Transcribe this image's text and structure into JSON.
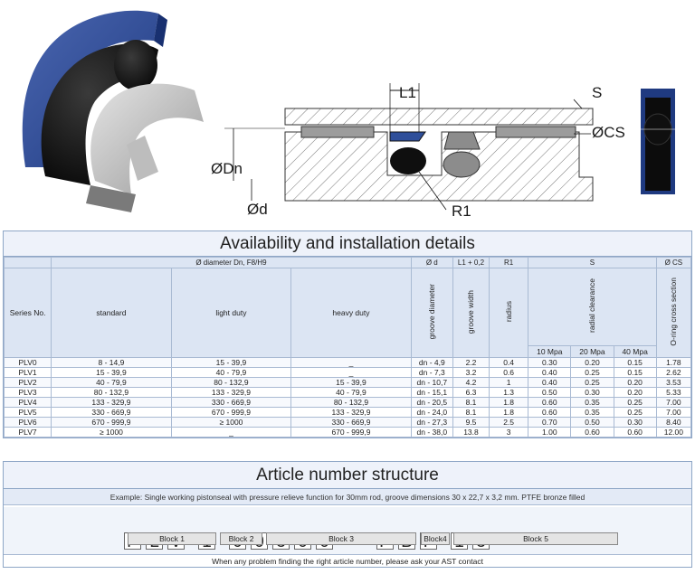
{
  "illustration": {
    "labels": {
      "l1": "L1",
      "s": "S",
      "cs": "ØCS",
      "dn": "ØDn",
      "d": "Ød",
      "r1": "R1"
    }
  },
  "availability": {
    "title": "Availability and installation details",
    "headers": {
      "diameter_group": "Ø diameter Dn, F8/H9",
      "d": "Ø d",
      "l1": "L1 + 0,2",
      "r1": "R1",
      "s": "S",
      "cs": "Ø CS",
      "series": "Series No.",
      "standard": "standard",
      "light": "light duty",
      "heavy": "heavy duty",
      "groove_diameter": "groove diameter",
      "groove_width": "groove width",
      "radius": "radius",
      "radial_clearance": "radial clearance",
      "oring": "O-ring cross section",
      "p10": "10 Mpa",
      "p20": "20 Mpa",
      "p40": "40 Mpa"
    },
    "rows": [
      [
        "PLV0",
        "8 - 14,9",
        "15 - 39,9",
        "_",
        "dn - 4,9",
        "2.2",
        "0.4",
        "0.30",
        "0.20",
        "0.15",
        "1.78"
      ],
      [
        "PLV1",
        "15 - 39,9",
        "40 - 79,9",
        "_",
        "dn - 7,3",
        "3.2",
        "0.6",
        "0.40",
        "0.25",
        "0.15",
        "2.62"
      ],
      [
        "PLV2",
        "40 - 79,9",
        "80 - 132,9",
        "15 - 39,9",
        "dn - 10,7",
        "4.2",
        "1",
        "0.40",
        "0.25",
        "0.20",
        "3.53"
      ],
      [
        "PLV3",
        "80 - 132,9",
        "133 - 329,9",
        "40 - 79,9",
        "dn - 15,1",
        "6.3",
        "1.3",
        "0.50",
        "0.30",
        "0.20",
        "5.33"
      ],
      [
        "PLV4",
        "133 - 329,9",
        "330 - 669,9",
        "80 - 132,9",
        "dn - 20,5",
        "8.1",
        "1.8",
        "0.60",
        "0.35",
        "0.25",
        "7.00"
      ],
      [
        "PLV5",
        "330 - 669,9",
        "670 - 999,9",
        "133 - 329,9",
        "dn - 24,0",
        "8.1",
        "1.8",
        "0.60",
        "0.35",
        "0.25",
        "7.00"
      ],
      [
        "PLV6",
        "670 - 999,9",
        "≥ 1000",
        "330 - 669,9",
        "dn - 27,3",
        "9.5",
        "2.5",
        "0.70",
        "0.50",
        "0.30",
        "8.40"
      ],
      [
        "PLV7",
        "≥ 1000",
        "_",
        "670 - 999,9",
        "dn - 38,0",
        "13.8",
        "3",
        "1.00",
        "0.60",
        "0.60",
        "12.00"
      ]
    ]
  },
  "article": {
    "title": "Article number structure",
    "example": "Example:  Single working pistonseal with pressure relieve function for 30mm rod, groove dimensions 30 x 22,7 x 3,2 mm. PTFE bronze filled",
    "chars": [
      "P",
      "L",
      "V",
      "1",
      "0",
      "0",
      "3",
      "0",
      "0",
      "-",
      "P",
      "B",
      "F",
      "1",
      "3"
    ],
    "blocks": [
      "Block 1",
      "Block 2",
      "Block 3",
      "Block4",
      "Block 5"
    ],
    "contact": "When any problem finding the right article number, please ask your AST contact"
  },
  "colors": {
    "accent_blue": "#2f4f9a",
    "table_border": "#8ea6c6",
    "header_fill": "#dce5f3"
  }
}
